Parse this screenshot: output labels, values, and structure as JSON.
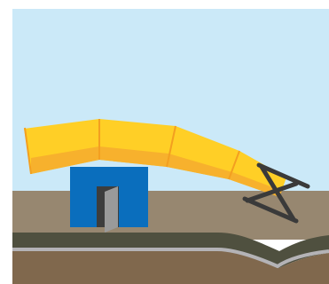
{
  "colors": {
    "sky": "#cbe9f8",
    "ground_top": "#978770",
    "ground_lower": "#80684d",
    "ground_dark_band": "#4f503f",
    "pipe_line": "#b4b3b6",
    "tube_light": "#ffcf26",
    "tube_shade": "#f7b12d",
    "tube_joint": "#f39f20",
    "building": "#0a6ebd",
    "door": "#9a9a9a",
    "door_dark": "#3d3d3d",
    "stand": "#3a3a3a"
  },
  "icons": {
    "tube": "curved-yellow-tube",
    "building": "blue-building-with-door",
    "stand": "x-frame-stand",
    "pipe": "underground-pipe"
  }
}
